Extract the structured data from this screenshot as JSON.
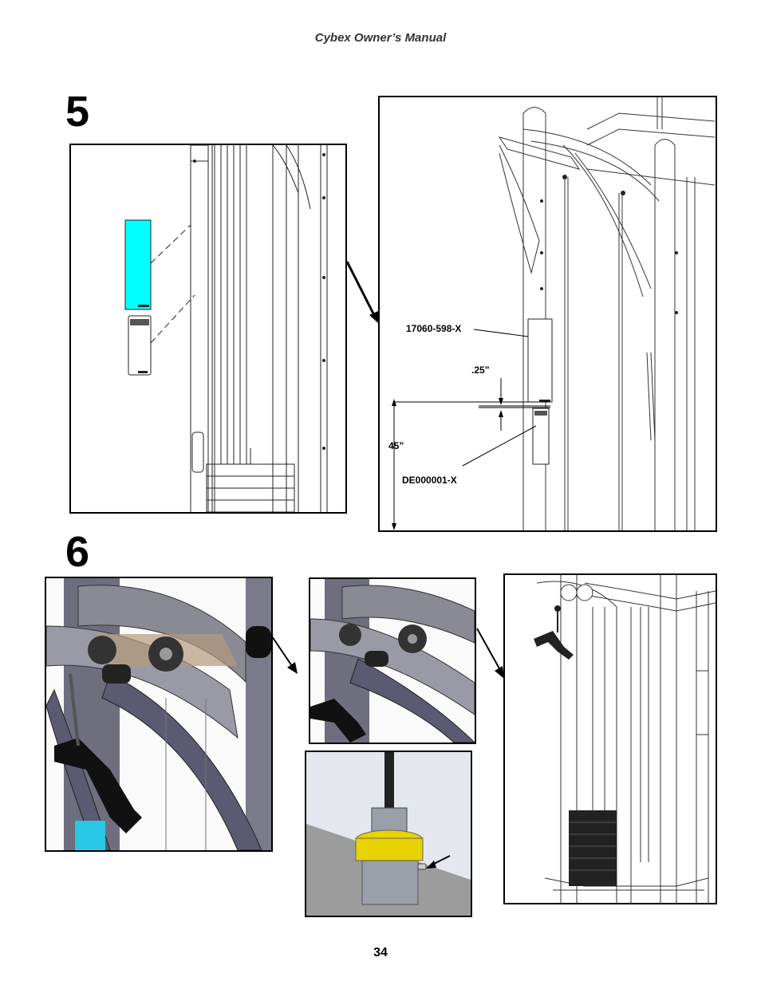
{
  "header": {
    "title": "Cybex Owner’s Manual"
  },
  "steps": [
    {
      "number": "5"
    },
    {
      "number": "6"
    }
  ],
  "callouts": {
    "part_upper": "17060-598-X",
    "gap": ".25”",
    "height": "45”",
    "part_lower": "DE000001-X"
  },
  "colors": {
    "decal_highlight": "#00ffff",
    "step6_highlight": "#28c8e6",
    "collar": "#e8d200",
    "frame": "#6e6e7e"
  },
  "footer": {
    "page_number": "34"
  }
}
